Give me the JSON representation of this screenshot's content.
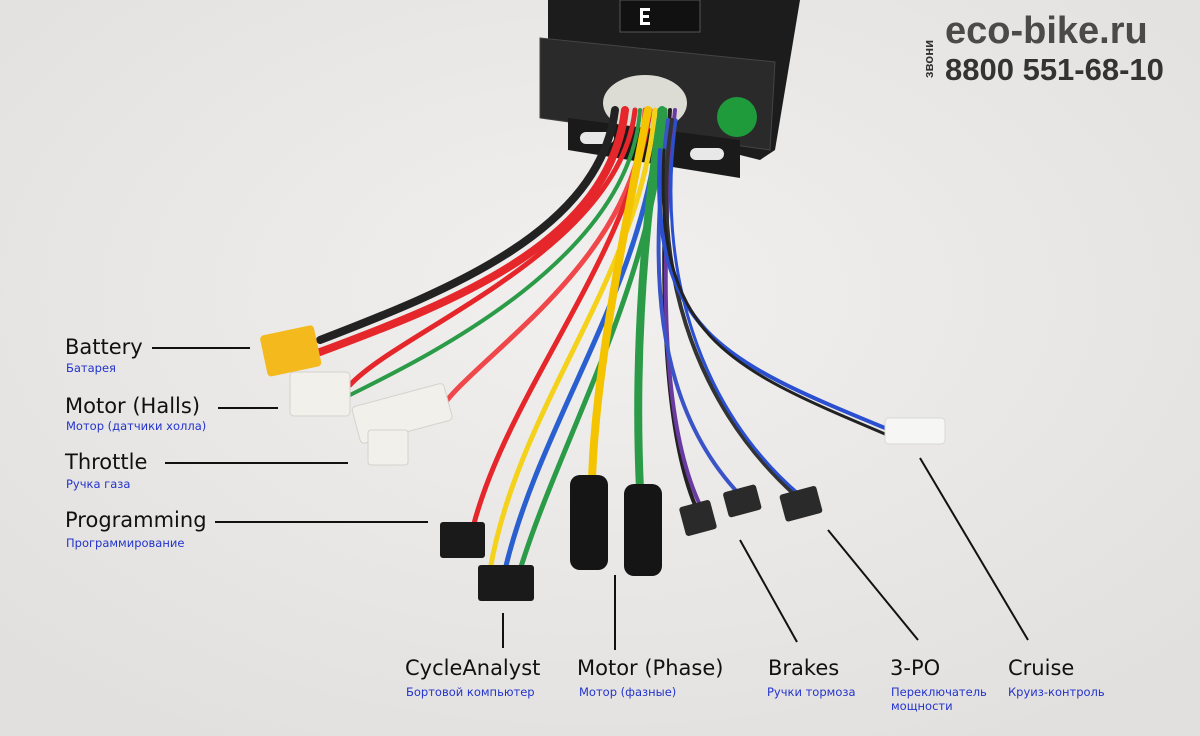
{
  "labels": {
    "battery": {
      "en": "Battery",
      "ru": "Батарея"
    },
    "halls": {
      "en": "Motor (Halls)",
      "ru": "Мотор (датчики холла)"
    },
    "throttle": {
      "en": "Throttle",
      "ru": "Ручка газа"
    },
    "programming": {
      "en": "Programming",
      "ru": "Программирование"
    },
    "cycleanalyst": {
      "en": "CycleAnalyst",
      "ru": "Бортовой компьютер"
    },
    "phase": {
      "en": "Motor (Phase)",
      "ru": "Мотор (фазные)"
    },
    "brakes": {
      "en": "Brakes",
      "ru": "Ручки тормоза"
    },
    "three_pos": {
      "en": "3-PO",
      "ru": "Переключатель мощности"
    },
    "cruise": {
      "en": "Cruise",
      "ru": "Круиз-контроль"
    }
  },
  "watermark": {
    "site": "eco-bike.ru",
    "call": "звони",
    "phone": "8800 551-68-10"
  },
  "colors": {
    "label_sub": "#2233cc",
    "background": "#ecebea"
  }
}
